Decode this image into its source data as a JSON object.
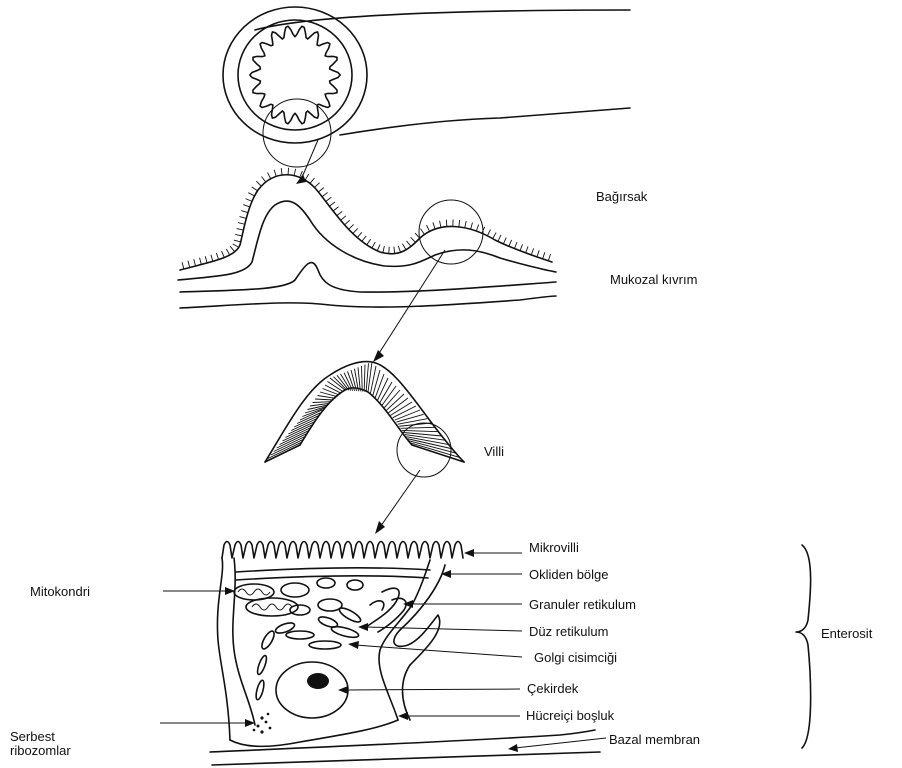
{
  "labels": {
    "bagirsak": "Bağırsak",
    "mukozal_kivrim": "Mukozal kıvrım",
    "villi": "Villi",
    "mikrovilli": "Mikrovilli",
    "okliden_bolge": "Okliden bölge",
    "granuler_retikulum": "Granuler retikulum",
    "duz_retikulum": "Düz retikulum",
    "golgi_cisimcigi": "Golgi cisimciği",
    "cekirdek": "Çekirdek",
    "hucreici_bosluk": "Hücreiçi boşluk",
    "bazal_membran": "Bazal membran",
    "enterosit": "Enterosit",
    "mitokondri": "Mitokondri",
    "serbest_ribozomlar_line1": "Serbest",
    "serbest_ribozomlar_line2": "ribozomlar"
  }
}
